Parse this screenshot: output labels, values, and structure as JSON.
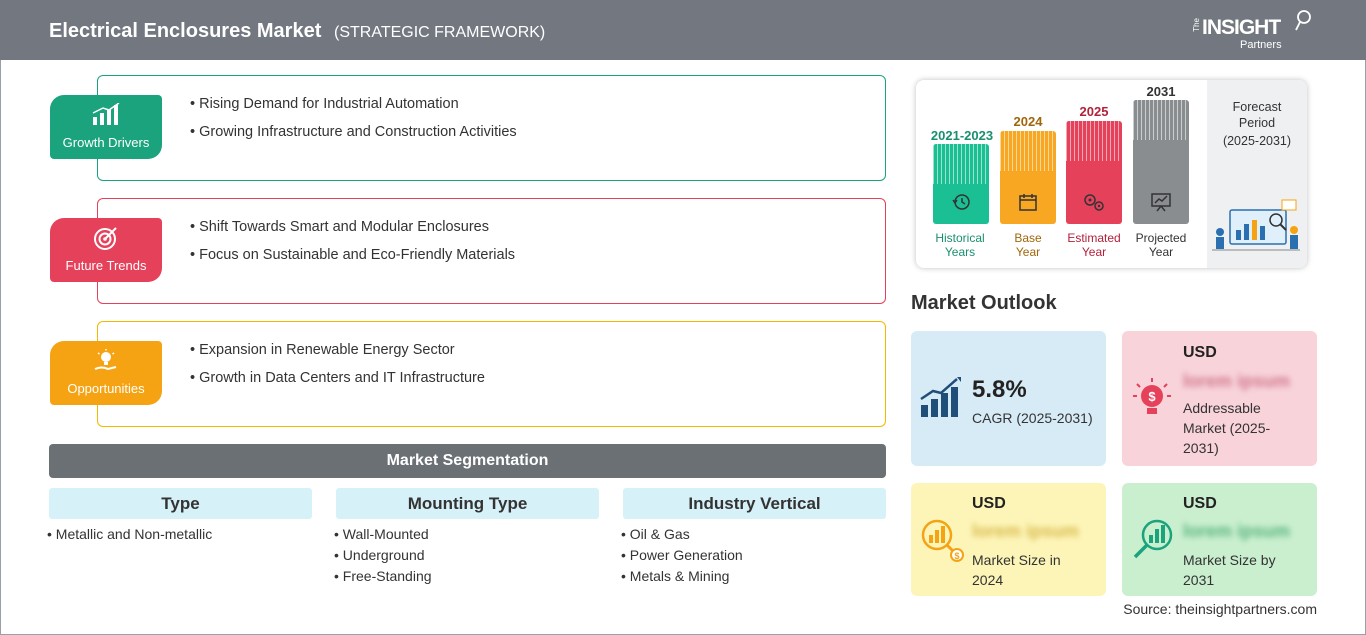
{
  "header": {
    "title": "Electrical Enclosures Market",
    "subtitle": "(STRATEGIC FRAMEWORK)",
    "logo_the": "The",
    "logo_insight": "INSIGHT",
    "logo_partners": "Partners"
  },
  "framework": [
    {
      "label": "Growth Drivers",
      "color": "#1aa37d",
      "icon": "bar-chart-icon",
      "items": [
        "Rising Demand for Industrial Automation",
        "Growing Infrastructure and Construction Activities"
      ]
    },
    {
      "label": "Future Trends",
      "color": "#e5415a",
      "icon": "target-icon",
      "items": [
        "Shift Towards Smart and Modular Enclosures",
        "Focus on Sustainable and Eco-Friendly Materials"
      ]
    },
    {
      "label": "Opportunities",
      "color": "#f5a312",
      "icon": "lightbulb-icon",
      "items": [
        "Expansion in Renewable Energy Sector",
        "Growth in Data Centers and IT Infrastructure"
      ]
    }
  ],
  "segmentation": {
    "title": "Market Segmentation",
    "columns": [
      {
        "head": "Type",
        "items": [
          "Metallic and Non-metallic"
        ]
      },
      {
        "head": "Mounting Type",
        "items": [
          "Wall-Mounted",
          "Underground",
          "Free-Standing"
        ]
      },
      {
        "head": "Industry Vertical",
        "items": [
          "Oil & Gas",
          "Power Generation",
          "Metals & Mining"
        ]
      }
    ]
  },
  "timeline": {
    "columns": [
      {
        "year": "2021-2023",
        "label_1": "Historical",
        "label_2": "Years",
        "color": "#1bbf94",
        "text_color": "#1a8f6f",
        "icon": "history-icon"
      },
      {
        "year": "2024",
        "label_1": "Base",
        "label_2": "Year",
        "color": "#f7a722",
        "text_color": "#a0660a",
        "icon": "calendar-icon"
      },
      {
        "year": "2025",
        "label_1": "Estimated",
        "label_2": "Year",
        "color": "#e5415a",
        "text_color": "#b3203a",
        "icon": "gears-icon"
      },
      {
        "year": "2031",
        "label_1": "Projected",
        "label_2": "Year",
        "color": "#8a8d90",
        "text_color": "#333333",
        "icon": "presentation-icon"
      }
    ],
    "forecast_1": "Forecast",
    "forecast_2": "Period",
    "forecast_3": "(2025-2031)"
  },
  "outlook": {
    "title": "Market Outlook",
    "cagr_value": "5.8%",
    "cagr_label": "CAGR (2025-2031)",
    "usd": "USD",
    "blurred": "lorem ipsum",
    "addressable_1": "Addressable",
    "addressable_2": "Market (2025-",
    "addressable_3": "2031)",
    "size2024_1": "Market Size in",
    "size2024_2": "2024",
    "size2031_1": "Market Size by",
    "size2031_2": "2031"
  },
  "source": "Source: theinsightpartners.com"
}
